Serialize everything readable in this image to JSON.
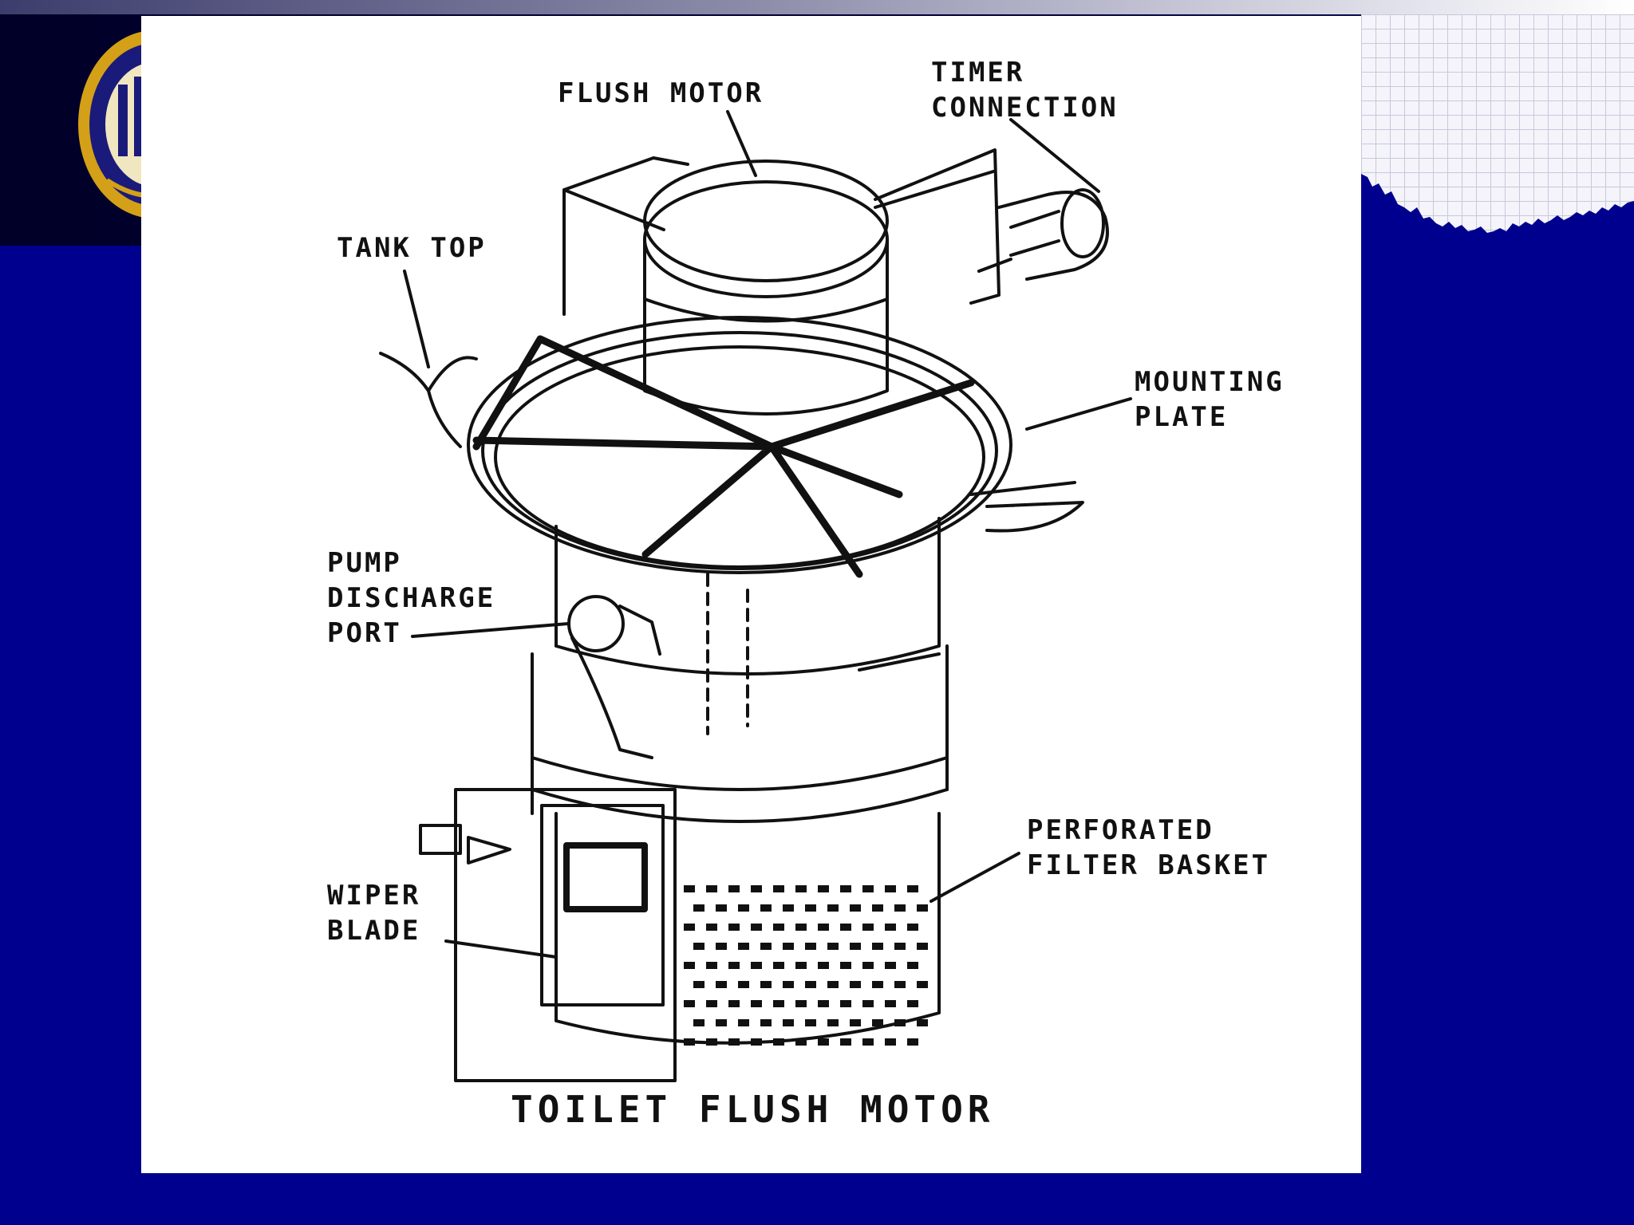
{
  "diagram": {
    "labels": {
      "flush_motor": "FLUSH MOTOR",
      "timer_connection": [
        "TIMER",
        "CONNECTION"
      ],
      "tank_top": "TANK TOP",
      "mounting_plate": [
        "MOUNTING",
        "PLATE"
      ],
      "pump_discharge_port": [
        "PUMP",
        "DISCHARGE",
        "PORT"
      ],
      "wiper_blade": [
        "WIPER",
        "BLADE"
      ],
      "perforated_filter_basket": [
        "PERFORATED",
        "FILTER BASKET"
      ]
    },
    "caption": "TOILET FLUSH MOTOR"
  },
  "colors": {
    "slide_background": "#00008e",
    "header_band": "#000028",
    "logo_ring": "#d4a017",
    "figure_background": "#ffffff",
    "line_art": "#111111"
  },
  "icons": {
    "logo": "university-crest-logo"
  }
}
